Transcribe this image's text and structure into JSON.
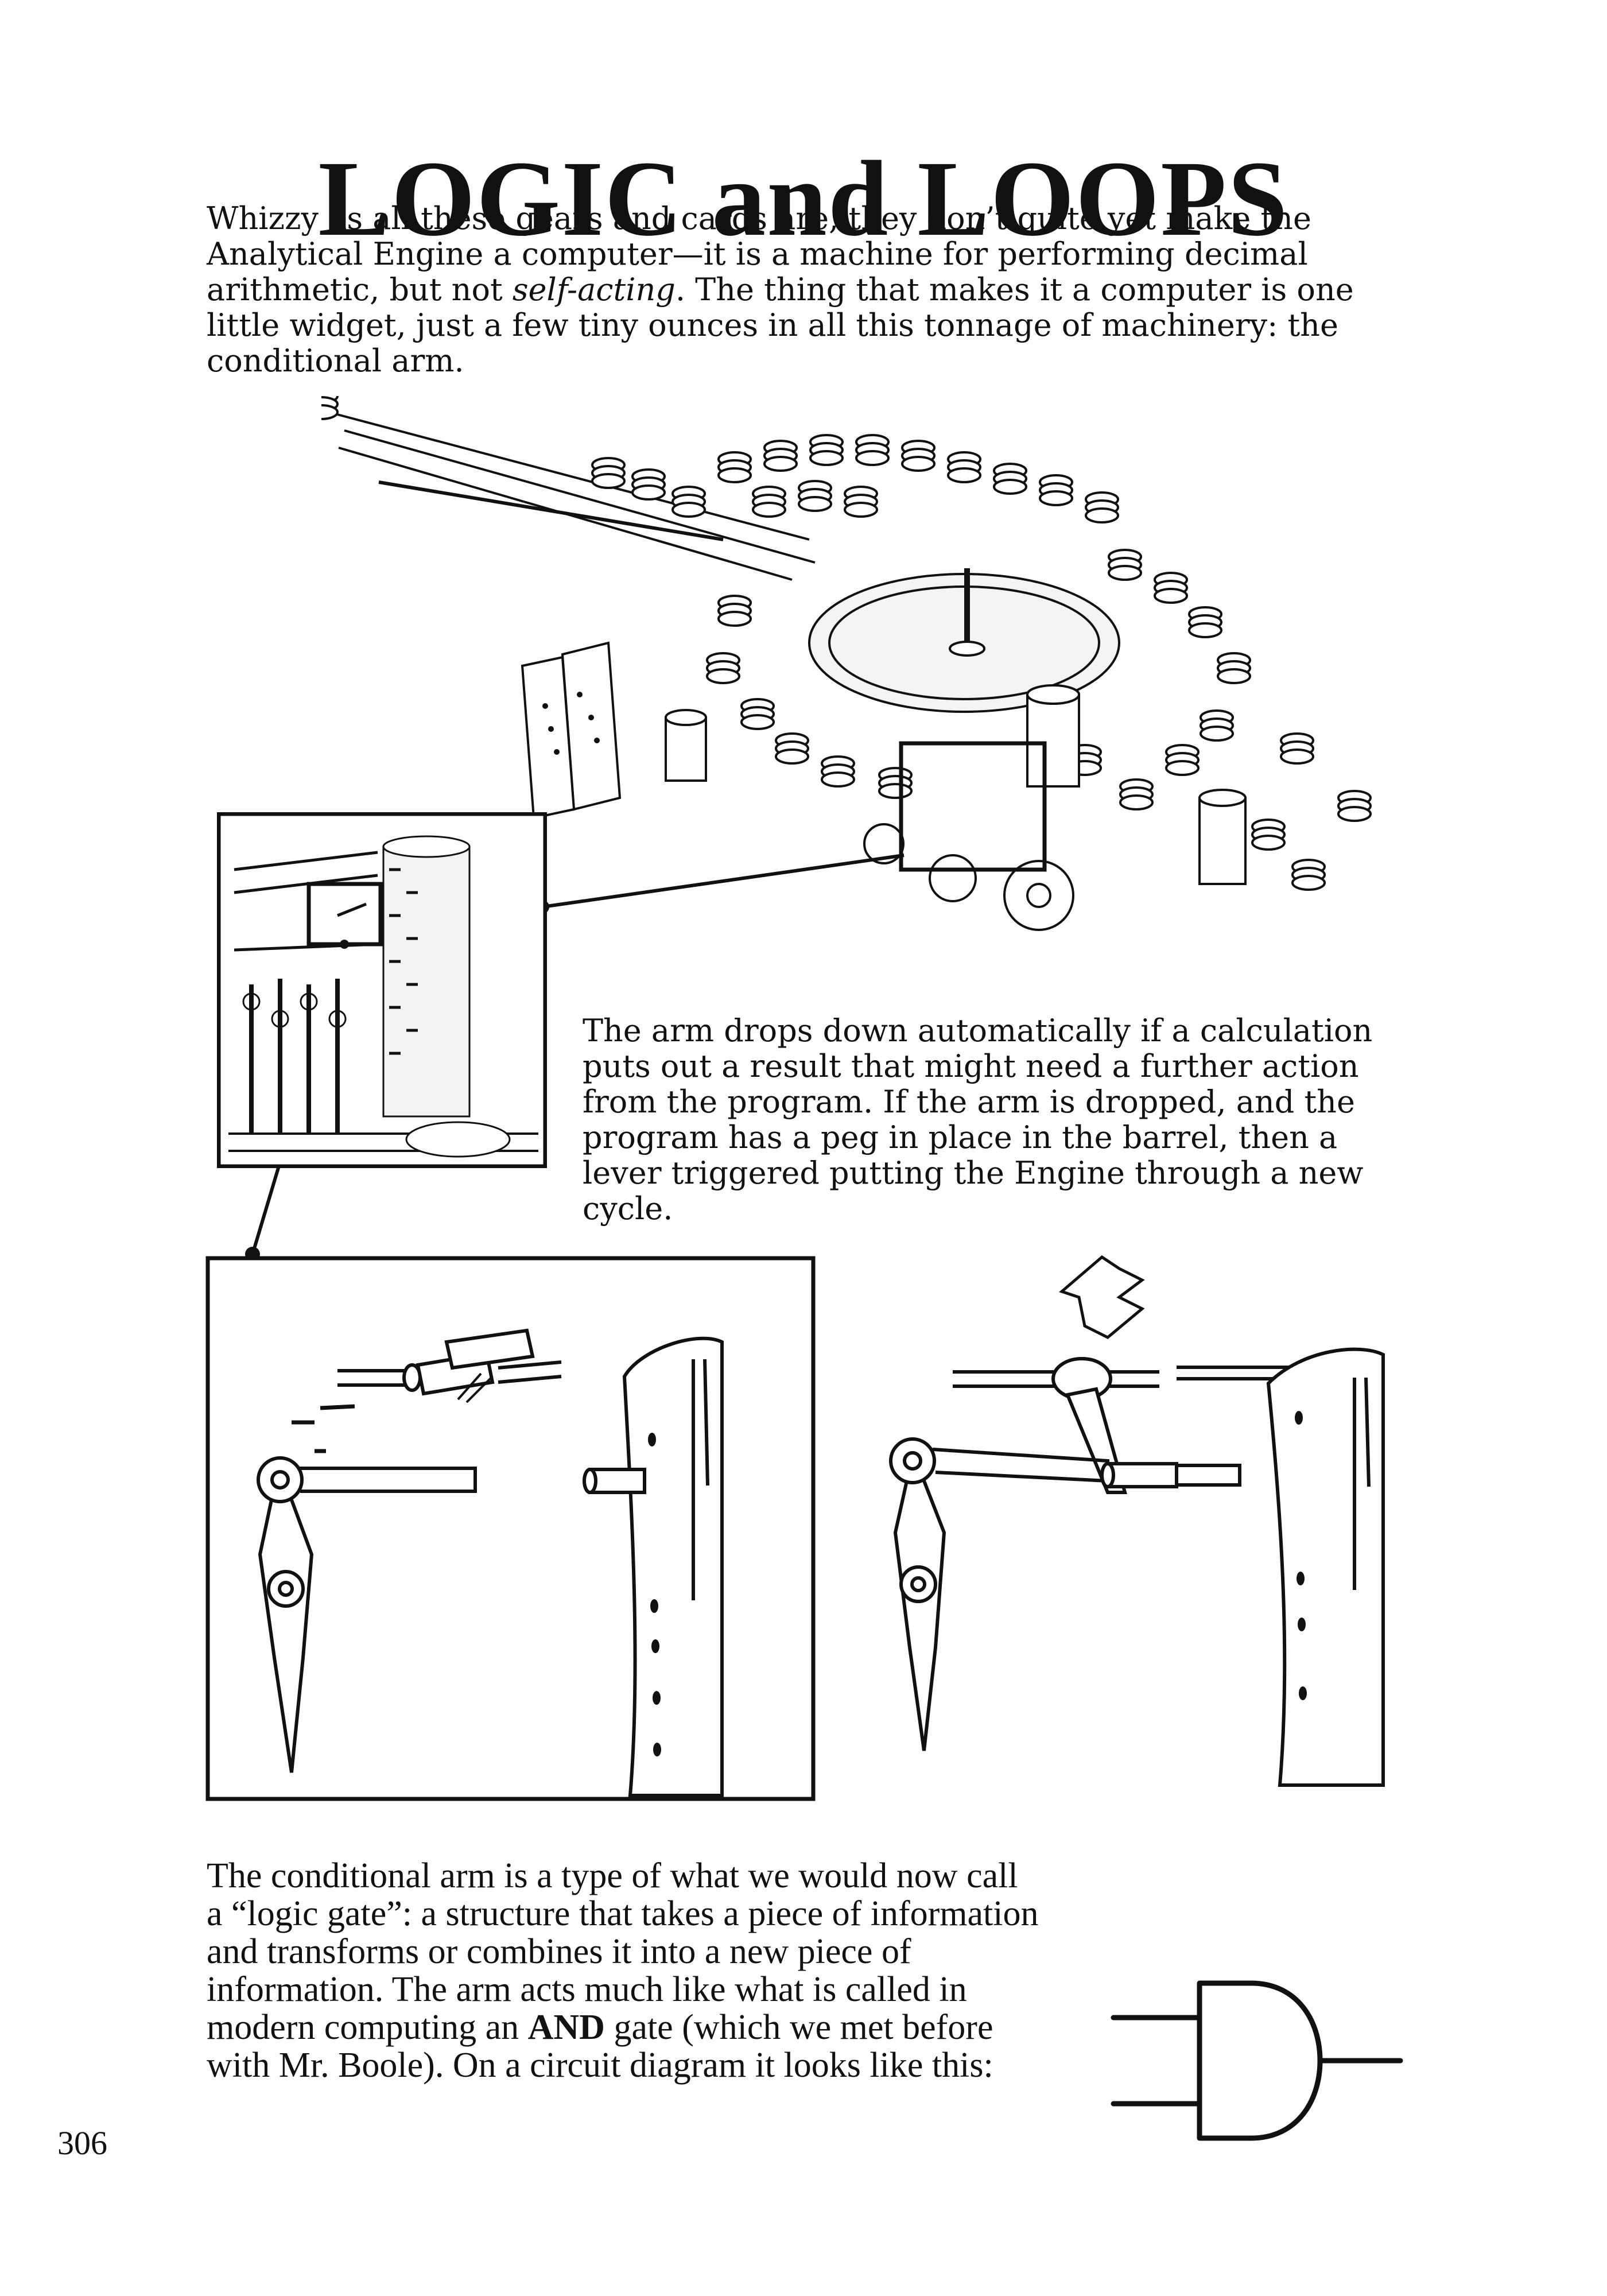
{
  "page": {
    "title": "LOGIC and LOOPS",
    "intro": {
      "before_italic": "Whizzy as all these gears and cards are, they don’t quite yet make the Analytical Engine a computer—it is a machine for performing decimal arithmetic, but not ",
      "italic": "self-acting",
      "after_italic": ". The thing that makes it a computer is one little widget, just a few tiny ounces in all this tonnage of machinery: the conditional arm."
    },
    "arm_caption": "The arm drops down automatically if a calculation puts out a result that might need a further action from the program. If the arm is dropped, and the program has a peg in place in the barrel, then a lever triggered putting the Engine through a new cycle.",
    "gate_text": {
      "part1": "The conditional arm is a type of what we would now call a “logic gate”: a structure that takes a piece of information and transforms or combines it into a new piece of information. The arm acts much like what is called in modern computing an ",
      "bold": "AND",
      "part2": " gate (which we met before with Mr. Boole). On a circuit diagram it looks like this:"
    },
    "page_number": "306"
  },
  "illustrations": {
    "engine_overview": "analytical-engine-drawing",
    "inset": "conditional-arm-closeup",
    "arm_raised": "arm-raised-drawing",
    "arm_dropped": "arm-dropped-drawing",
    "and_gate": "and-gate-symbol"
  }
}
